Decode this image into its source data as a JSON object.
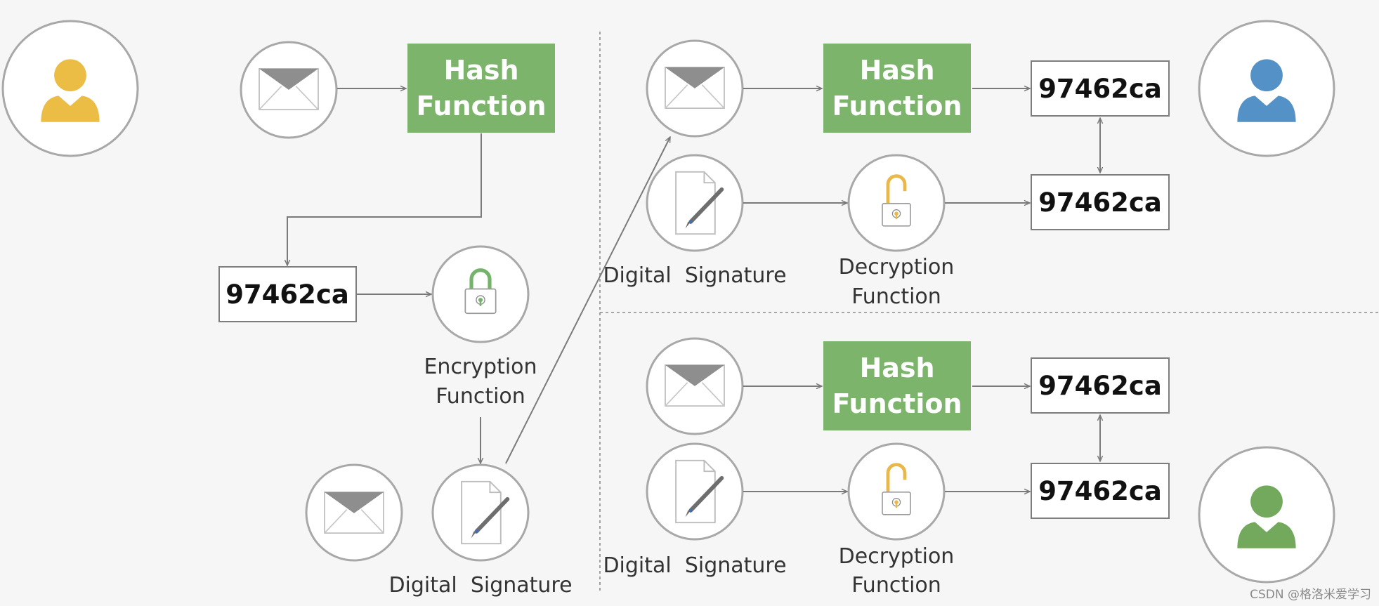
{
  "colors": {
    "hash_box": "#7cb46c",
    "sender": "#ebbd45",
    "receiver_top": "#5391c6",
    "receiver_bottom": "#73a95c",
    "lock_closed": "#74b36a",
    "lock_open": "#e8b84a",
    "stroke": "#7a7a7a"
  },
  "icons": [
    "user-icon",
    "envelope-icon",
    "lock-icon",
    "unlock-icon",
    "document-pen-icon"
  ],
  "sender": {
    "hash_function": {
      "line1": "Hash",
      "line2": "Function"
    },
    "hash_value": "97462ca",
    "encryption_label": {
      "line1": "Encryption",
      "line2": "Function"
    },
    "signature_label": "Digital  Signature"
  },
  "receiver_top": {
    "hash_function": {
      "line1": "Hash",
      "line2": "Function"
    },
    "hash_value": "97462ca",
    "decrypted_value": "97462ca",
    "signature_label": "Digital  Signature",
    "decryption_label": {
      "line1": "Decryption",
      "line2": "Function"
    }
  },
  "receiver_bottom": {
    "hash_function": {
      "line1": "Hash",
      "line2": "Function"
    },
    "hash_value": "97462ca",
    "decrypted_value": "97462ca",
    "signature_label": "Digital  Signature",
    "decryption_label": {
      "line1": "Decryption",
      "line2": "Function"
    }
  },
  "watermark": "CSDN @格洛米爱学习"
}
